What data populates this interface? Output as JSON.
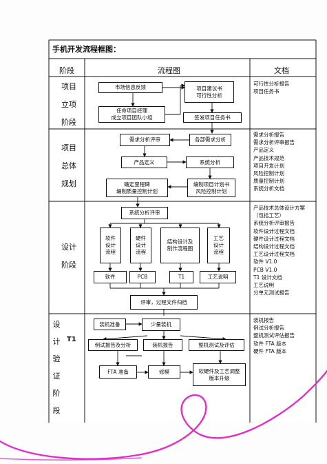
{
  "title": "手机开发流程框图：",
  "header": {
    "stage": "阶段",
    "flow": "流程图",
    "docs": "文档"
  },
  "stages": {
    "s1": "项目\n立项\n阶段",
    "s2": "项目\n总体\n规划",
    "s3": "设计\n阶段",
    "s4": "设\n计\n验\n证\n阶\n段",
    "t1": "T1"
  },
  "boxes": {
    "b1": "市场信息反馈",
    "b2": "任命项目经理\n成立项目团队小组",
    "b3": "项目建议书\n可行性分析",
    "b4": "签发项目任务书",
    "b5": "需求分析评审",
    "b6": "各部需求分析",
    "b7": "产品定义",
    "b8": "系统分析",
    "b9": "确定里程碑\n编制质量控制计划",
    "b10": "编制项目计划书\n风险控制计划",
    "b11": "系统分析评审",
    "b12": "软件\n设计\n流程",
    "b13": "硬件\n设计\n流程",
    "b14": "结构设计及\n制作流程图",
    "b15": "工艺\n设计\n流程",
    "b16": "软件",
    "b17": "PCB",
    "b18": "T1",
    "b19": "工艺说明",
    "b20": "评审，过程文件归档",
    "b21": "装机准备",
    "b22": "少量装机",
    "b23": "例试报告及分析",
    "b24": "装机报告",
    "b25": "整机测试及评估",
    "b26": "FTA 准备",
    "b27": "修模",
    "b28": "软硬件及工艺调整\n版本升级"
  },
  "docs": {
    "d1": "可行性分析报告\n项目任务书",
    "d2": "需求分析报告\n需求分析评审报告\n产品定义\n产品技术规范\n项目开发计划\n风险控制计划\n质量控制计划\n系统分析文档",
    "d3": "产品技术总体设计方案\n（包括工艺）\n系统分析评审报告\n软件设计过程文档\n硬件设计过程文档\n结构设计过程文档\n工艺设计过程文档\n软件 V1.0\nPCB V1.0\nT1 设计文档\n工艺说明\n分单元测试报告",
    "d4": "装机报告\n例试分析报告\n整机测试评估报告\n软件 FTA 版本\n硬件 FTA 版本"
  },
  "colors": {
    "swirl": "#e030c8",
    "line": "#111111"
  }
}
